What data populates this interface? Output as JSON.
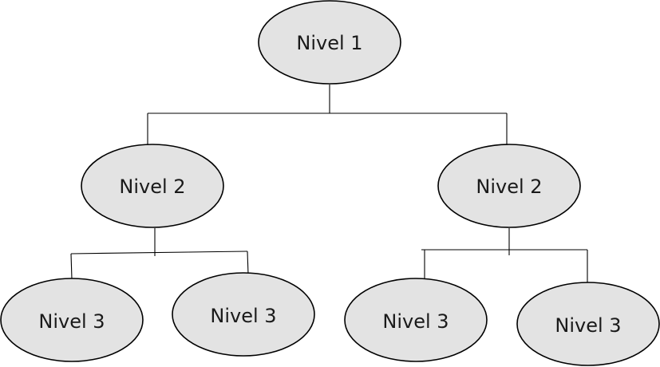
{
  "diagram": {
    "root": {
      "label": "Nivel 1"
    },
    "level2": [
      {
        "label": "Nivel 2"
      },
      {
        "label": "Nivel 2"
      }
    ],
    "level3": [
      {
        "label": "Nivel 3"
      },
      {
        "label": "Nivel 3"
      },
      {
        "label": "Nivel 3"
      },
      {
        "label": "Nivel 3"
      }
    ]
  }
}
